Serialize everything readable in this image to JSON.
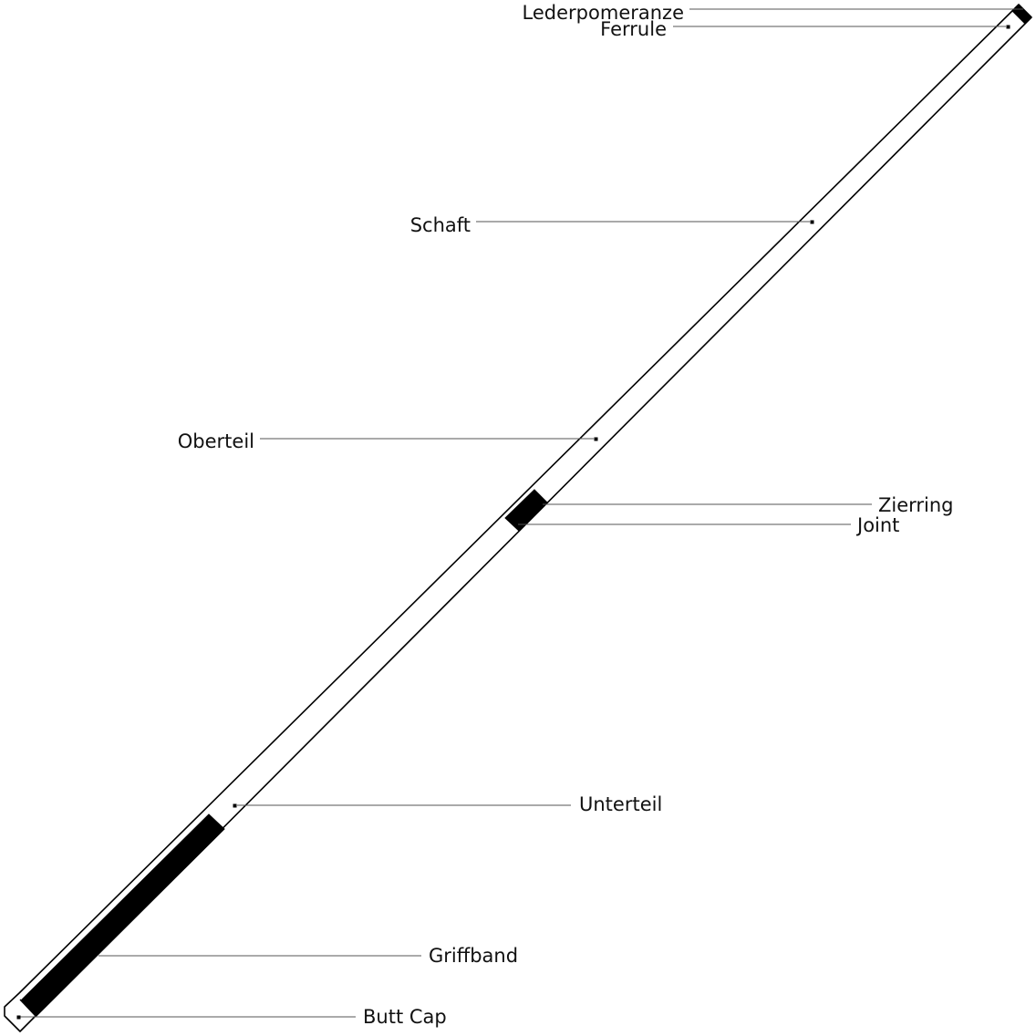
{
  "labels": {
    "tip": "Lederpomeranze",
    "ferrule": "Ferrule",
    "shaft": "Schaft",
    "upper": "Oberteil",
    "ring": "Zierring",
    "joint": "Joint",
    "lower": "Unterteil",
    "grip": "Griffband",
    "buttcap": "Butt Cap"
  },
  "colors": {
    "outline": "#000000",
    "leader": "#555555",
    "fill": "#ffffff"
  }
}
